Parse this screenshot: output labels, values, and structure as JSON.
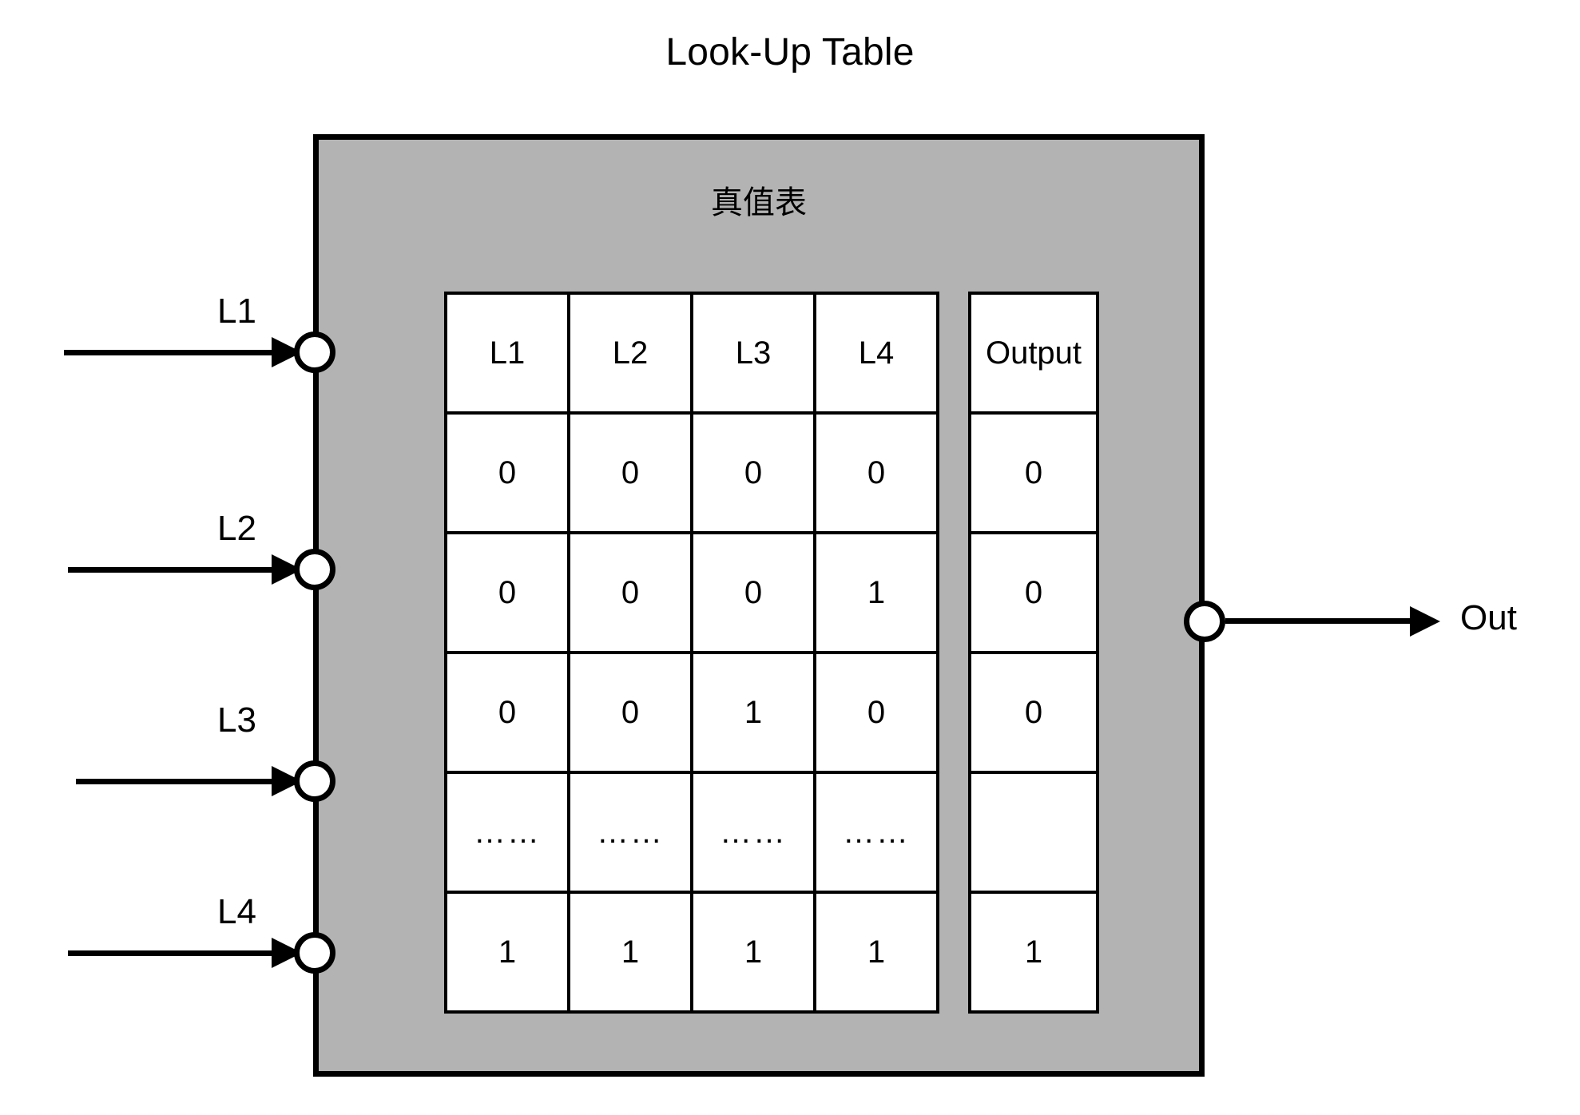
{
  "title": "Look-Up Table",
  "lut": {
    "subtitle": "真值表",
    "box_fill": "#b3b3b3",
    "border_color": "#000000"
  },
  "inputs": [
    {
      "label": "L1"
    },
    {
      "label": "L2"
    },
    {
      "label": "L3"
    },
    {
      "label": "L4"
    }
  ],
  "output": {
    "label": "Out"
  },
  "truth_table": {
    "input_headers": [
      "L1",
      "L2",
      "L3",
      "L4"
    ],
    "output_header": "Output",
    "rows": [
      {
        "inputs": [
          "0",
          "0",
          "0",
          "0"
        ],
        "output": "0"
      },
      {
        "inputs": [
          "0",
          "0",
          "0",
          "1"
        ],
        "output": "0"
      },
      {
        "inputs": [
          "0",
          "0",
          "1",
          "0"
        ],
        "output": "0"
      },
      {
        "inputs": [
          "……",
          "……",
          "……",
          "……"
        ],
        "output": ""
      },
      {
        "inputs": [
          "1",
          "1",
          "1",
          "1"
        ],
        "output": "1"
      }
    ]
  }
}
